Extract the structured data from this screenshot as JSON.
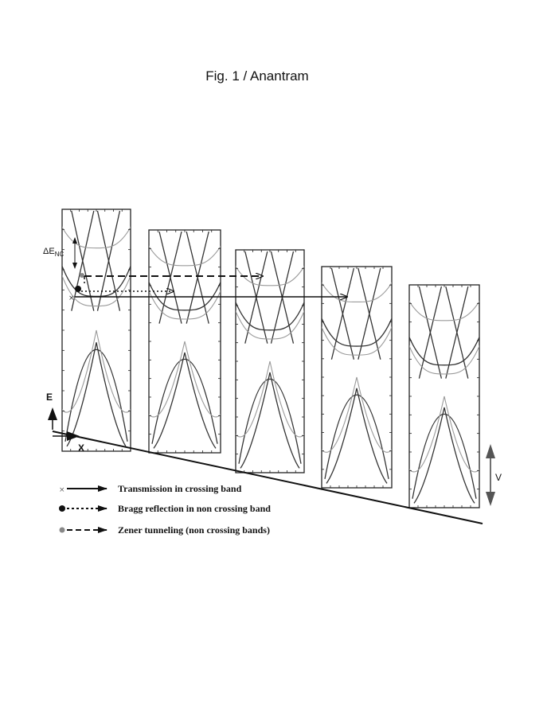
{
  "figure": {
    "title": "Fig. 1 / Anantram",
    "axis_energy_label": "E",
    "axis_position_label": "X",
    "gap_label_main": "ΔE",
    "gap_label_sub": "NC",
    "voltage_label": "V",
    "panel_count": 5
  },
  "legend": {
    "items": [
      {
        "label": "Transmission in crossing band",
        "marker": "cross",
        "line": "solid"
      },
      {
        "label": "Bragg reflection in non crossing band",
        "marker": "dot-black",
        "line": "dotted"
      },
      {
        "label": "Zener tunneling  (non crossing bands)",
        "marker": "dot-gray",
        "line": "dashed"
      }
    ]
  },
  "colors": {
    "ink": "#111111",
    "curve_dark": "#333333",
    "curve_light": "#9a9a9a",
    "marker_gray": "#888888"
  }
}
